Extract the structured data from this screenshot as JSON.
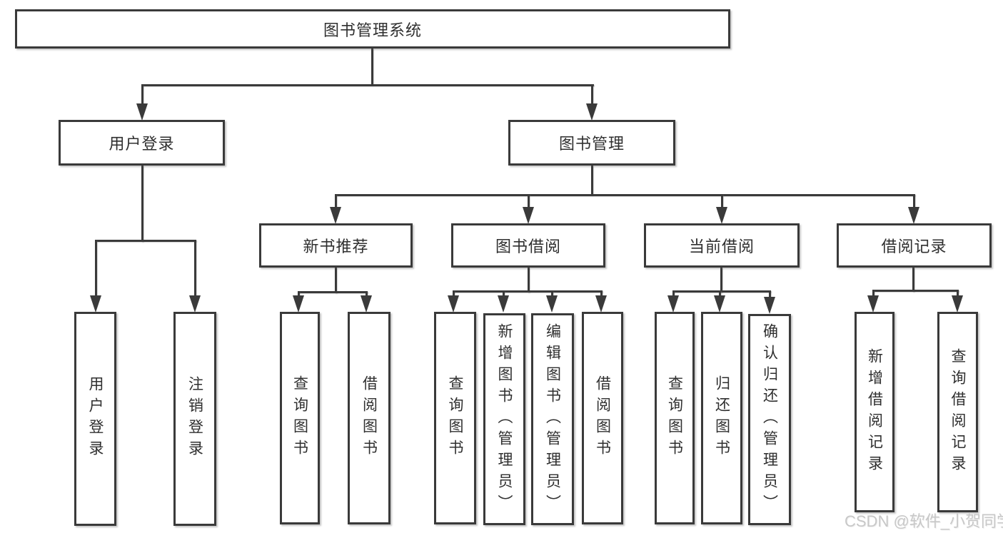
{
  "nodes": {
    "root": {
      "label": "图书管理系统"
    },
    "user_login": {
      "label": "用户登录"
    },
    "book_mgmt": {
      "label": "图书管理"
    },
    "new_book_rec": {
      "label": "新书推荐"
    },
    "book_borrow": {
      "label": "图书借阅"
    },
    "current_borrow": {
      "label": "当前借阅"
    },
    "borrow_records": {
      "label": "借阅记录"
    },
    "leaf_user_login": {
      "label": "用户登录"
    },
    "leaf_logout": {
      "label": "注销登录"
    },
    "leaf_query_book_rec": {
      "label": "查询图书"
    },
    "leaf_borrow_book_rec": {
      "label": "借阅图书"
    },
    "leaf_query_book_borrow": {
      "label": "查询图书"
    },
    "leaf_add_book": {
      "label": "新增图书（管理员）"
    },
    "leaf_edit_book": {
      "label": "编辑图书（管理员）"
    },
    "leaf_borrow_book": {
      "label": "借阅图书"
    },
    "leaf_query_book_current": {
      "label": "查询图书"
    },
    "leaf_return_book": {
      "label": "归还图书"
    },
    "leaf_confirm_return": {
      "label": "确认归还（管理员）"
    },
    "leaf_add_record": {
      "label": "新增借阅记录"
    },
    "leaf_query_record": {
      "label": "查询借阅记录"
    }
  },
  "edges": [
    {
      "from": "图书管理系统",
      "to": "用户登录"
    },
    {
      "from": "图书管理系统",
      "to": "图书管理"
    },
    {
      "from": "用户登录",
      "to": "用户登录"
    },
    {
      "from": "用户登录",
      "to": "注销登录"
    },
    {
      "from": "图书管理",
      "to": "新书推荐"
    },
    {
      "from": "图书管理",
      "to": "图书借阅"
    },
    {
      "from": "图书管理",
      "to": "当前借阅"
    },
    {
      "from": "图书管理",
      "to": "借阅记录"
    },
    {
      "from": "新书推荐",
      "to": "查询图书"
    },
    {
      "from": "新书推荐",
      "to": "借阅图书"
    },
    {
      "from": "图书借阅",
      "to": "查询图书"
    },
    {
      "from": "图书借阅",
      "to": "新增图书（管理员）"
    },
    {
      "from": "图书借阅",
      "to": "编辑图书（管理员）"
    },
    {
      "from": "图书借阅",
      "to": "借阅图书"
    },
    {
      "from": "当前借阅",
      "to": "查询图书"
    },
    {
      "from": "当前借阅",
      "to": "归还图书"
    },
    {
      "from": "当前借阅",
      "to": "确认归还（管理员）"
    },
    {
      "from": "借阅记录",
      "to": "新增借阅记录"
    },
    {
      "from": "借阅记录",
      "to": "查询借阅记录"
    }
  ],
  "watermark": {
    "text": "CSDN @软件_小贺同学"
  },
  "colors": {
    "line": "#3a3a3a",
    "box_background": "#ffffff",
    "text": "#2f2f2f",
    "watermark": "#c8c8c8"
  }
}
